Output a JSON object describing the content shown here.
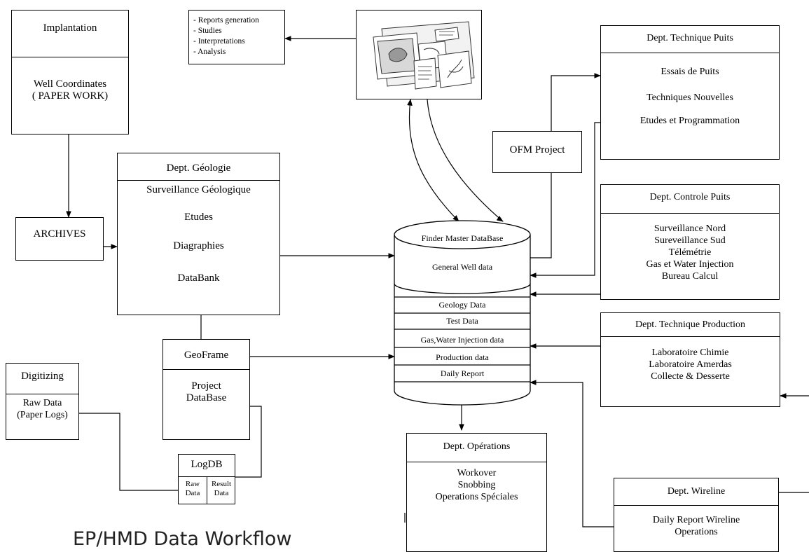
{
  "caption": "EP/HMD Data Workflow",
  "implantation": {
    "title": "Implantation",
    "lines": [
      "Well Coordinates",
      "( PAPER WORK)"
    ]
  },
  "archives": {
    "label": "ARCHIVES"
  },
  "reports": {
    "items": [
      "- Reports generation",
      "- Studies",
      "- Interpretations",
      "- Analysis"
    ]
  },
  "workstation": {
    "icon": "computer-workstation-icon"
  },
  "ofm": {
    "label": "OFM Project"
  },
  "geologie": {
    "title": "Dept. Géologie",
    "lines": [
      "Surveillance Géologique",
      "Etudes",
      "Diagraphies",
      "DataBank"
    ]
  },
  "geoframe": {
    "title": "GeoFrame",
    "lines": [
      "Project",
      "DataBase"
    ]
  },
  "digitizing": {
    "title": "Digitizing",
    "lines": [
      "Raw Data",
      "(Paper Logs)"
    ]
  },
  "logdb": {
    "title": "LogDB",
    "left": [
      "Raw",
      "Data"
    ],
    "right": [
      "Result",
      "Data"
    ]
  },
  "database": {
    "title": "Finder Master DataBase",
    "general": "General Well data",
    "segments": [
      "Geology Data",
      "Test Data",
      "Gas,Water Injection data",
      "Production data",
      "Daily Report"
    ]
  },
  "tech_puits": {
    "title": "Dept. Technique Puits",
    "lines": [
      "Essais de Puits",
      "Techniques Nouvelles",
      "Etudes et Programmation"
    ]
  },
  "controle_puits": {
    "title": "Dept. Controle Puits",
    "lines": [
      "Surveillance Nord",
      "Sureveillance Sud",
      "Télémétrie",
      "Gas et Water Injection",
      "Bureau Calcul"
    ]
  },
  "tech_production": {
    "title": "Dept. Technique Production",
    "lines": [
      "Laboratoire Chimie",
      "Laboratoire Amerdas",
      "Collecte & Desserte"
    ]
  },
  "operations": {
    "title": "Dept. Opérations",
    "lines": [
      "Workover",
      "Snobbing",
      "Operations Spéciales"
    ]
  },
  "wireline": {
    "title": "Dept. Wireline",
    "lines": [
      "Daily Report Wireline",
      "Operations"
    ]
  }
}
